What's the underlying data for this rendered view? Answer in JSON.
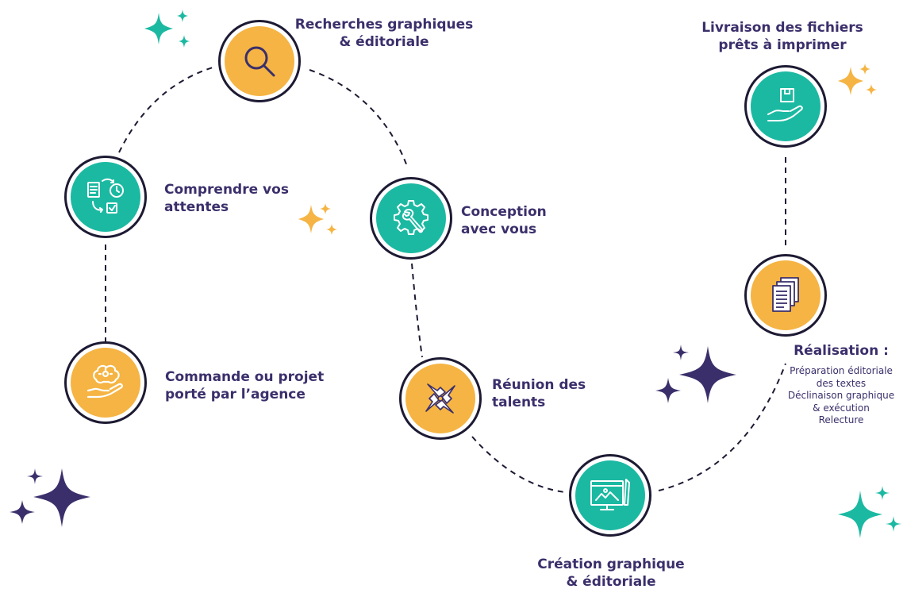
{
  "colors": {
    "teal": "#1bb9a2",
    "orange": "#f5b443",
    "navy": "#1d1a33",
    "purple": "#3b2f6b"
  },
  "steps": {
    "commande": {
      "line1": "Commande ou projet",
      "line2": "porté par l’agence",
      "icon": "brain-lightbulb-hand-icon",
      "color": "orange"
    },
    "comprendre": {
      "line1": "Comprendre vos",
      "line2": "attentes",
      "icon": "process-cycle-icon",
      "color": "teal"
    },
    "recherches": {
      "line1": "Recherches graphiques",
      "line2": "& éditoriale",
      "icon": "search-icon",
      "color": "orange"
    },
    "conception": {
      "line1": "Conception",
      "line2": "avec vous",
      "icon": "gear-wrench-icon",
      "color": "teal"
    },
    "reunion": {
      "line1": "Réunion des",
      "line2": "talents",
      "icon": "joined-hands-icon",
      "color": "orange"
    },
    "creation": {
      "line1": "Création graphique",
      "line2": "& éditoriale",
      "icon": "design-board-icon",
      "color": "teal"
    },
    "realisation": {
      "title": "Réalisation :",
      "items": [
        "Préparation éditoriale",
        "des textes",
        "Déclinaison graphique",
        "& exécution",
        "Relecture"
      ],
      "icon": "documents-icon",
      "color": "orange"
    },
    "livraison": {
      "line1": "Livraison des fichiers",
      "line2": "prêts à imprimer",
      "icon": "package-hand-icon",
      "color": "teal"
    }
  }
}
